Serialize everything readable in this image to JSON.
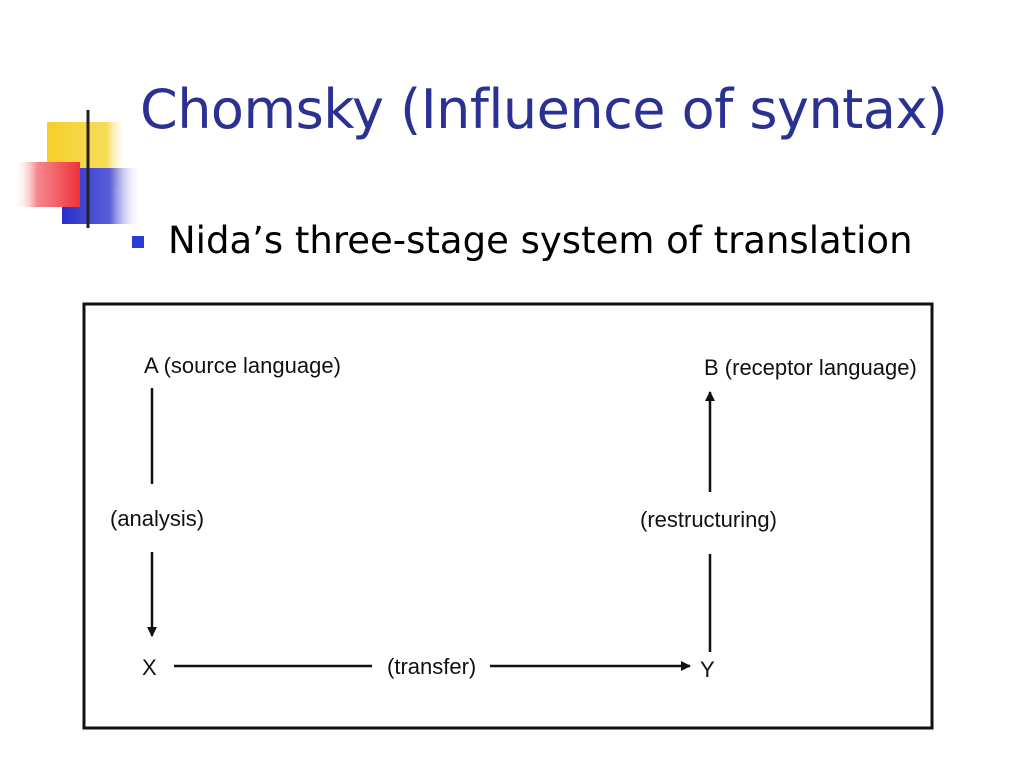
{
  "slide": {
    "title": "Chomsky (Influence of syntax)",
    "bullet": "Nida’s three-stage system of translation"
  },
  "diagram": {
    "nodes": {
      "a": "A (source language)",
      "b": "B (receptor language)",
      "x": "X",
      "y": "Y"
    },
    "edges": {
      "analysis": "(analysis)",
      "transfer": "(transfer)",
      "restructuring": "(restructuring)"
    }
  },
  "colors": {
    "title": "#2a3192",
    "bullet": "#2a3bd6",
    "deco_yellow": "#f5cf2a",
    "deco_red": "#f0303a",
    "deco_blue": "#2a2fc8"
  }
}
